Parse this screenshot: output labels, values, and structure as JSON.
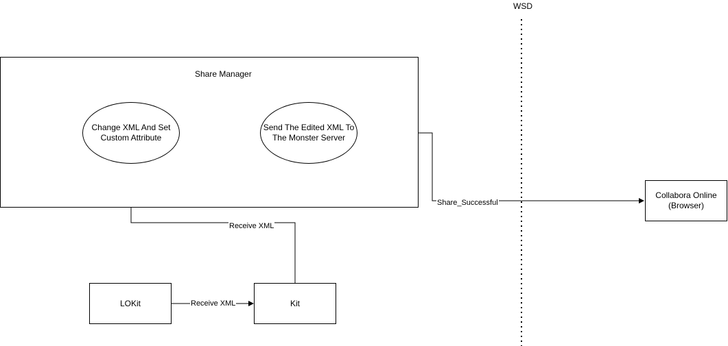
{
  "lifeline": {
    "label": "WSD"
  },
  "share_manager": {
    "title": "Share Manager",
    "change_xml": "Change XML And Set\nCustom Attribute",
    "send_xml": "Send The Edited XML To\nThe Monster Server"
  },
  "collabora": {
    "label": "Collabora Online\n(Browser)"
  },
  "lokit": {
    "label": "LOKit"
  },
  "kit": {
    "label": "Kit"
  },
  "edges": {
    "share_successful": "Share_Successful",
    "receive_xml_kit_to_change": "Receive XML",
    "receive_xml_lokit_to_kit": "Receive XML"
  },
  "colors": {
    "stroke": "#000000",
    "fill": "#ffffff"
  }
}
